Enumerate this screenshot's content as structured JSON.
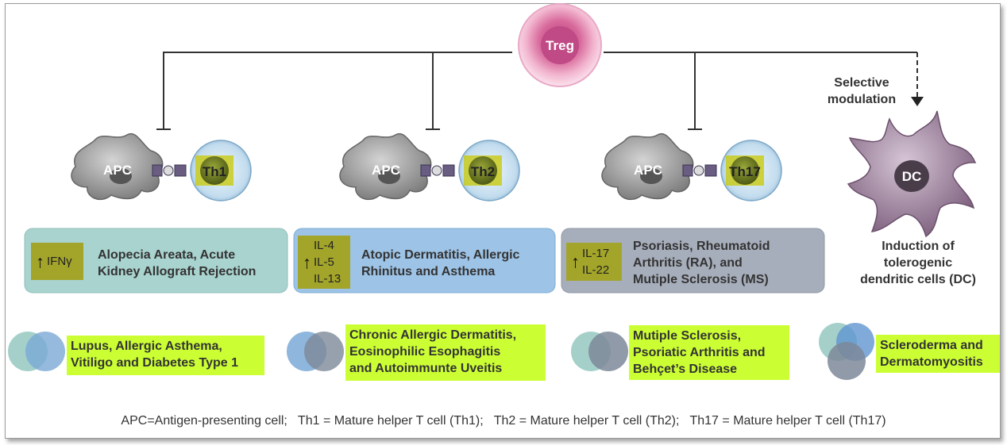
{
  "treg": {
    "label": "Treg"
  },
  "selective_modulation": {
    "line1": "Selective",
    "line2": "modulation"
  },
  "dc": {
    "label": "DC",
    "caption": [
      "Induction of",
      "tolerogenic",
      "dendritic cells (DC)"
    ]
  },
  "groups": [
    {
      "apc": "APC",
      "tcell": "Th1",
      "cytokines": [
        "IFNγ"
      ],
      "diseases": [
        "Alopecia Areata, Acute",
        "Kidney Allograft Rejection"
      ],
      "box_color": "#a9d3cf",
      "examples": [
        "Lupus, Allergic Asthema,",
        "Vitiligo and Diabetes Type 1"
      ]
    },
    {
      "apc": "APC",
      "tcell": "Th2",
      "cytokines": [
        "IL-4",
        "IL-5",
        "IL-13"
      ],
      "diseases": [
        "Atopic Dermatitis, Allergic",
        "Rhinitus and Asthema"
      ],
      "box_color": "#9dc3e6",
      "examples": [
        "Chronic Allergic Dermatitis,",
        "Eosinophilic Esophagitis",
        "and Autoimmunte Uveitis"
      ]
    },
    {
      "apc": "APC",
      "tcell": "Th17",
      "cytokines": [
        "IL-17",
        "IL-22"
      ],
      "diseases": [
        "Psoriasis, Rheumatoid",
        "Arthritis (RA), and",
        "Mutiple Sclerosis (MS)"
      ],
      "box_color": "#a7aebb",
      "examples": [
        "Mutiple Sclerosis,",
        "Psoriatic Arthritis and",
        "Behçet’s Disease"
      ]
    }
  ],
  "fourth_example": [
    "Scleroderma and",
    "Dermatomyositis"
  ],
  "footer": "APC=Antigen-presenting cell;   Th1 = Mature helper T cell (Th1);   Th2 = Mature helper T cell (Th2);   Th17 = Mature helper T cell (Th17)",
  "colors": {
    "treg": "#e07fa8",
    "apc": "#7d7d7d",
    "tcell": "#bcd7ea",
    "dc": "#9b8099",
    "highlight": "#ccff33",
    "cytokine_box": "#a3a52a"
  }
}
